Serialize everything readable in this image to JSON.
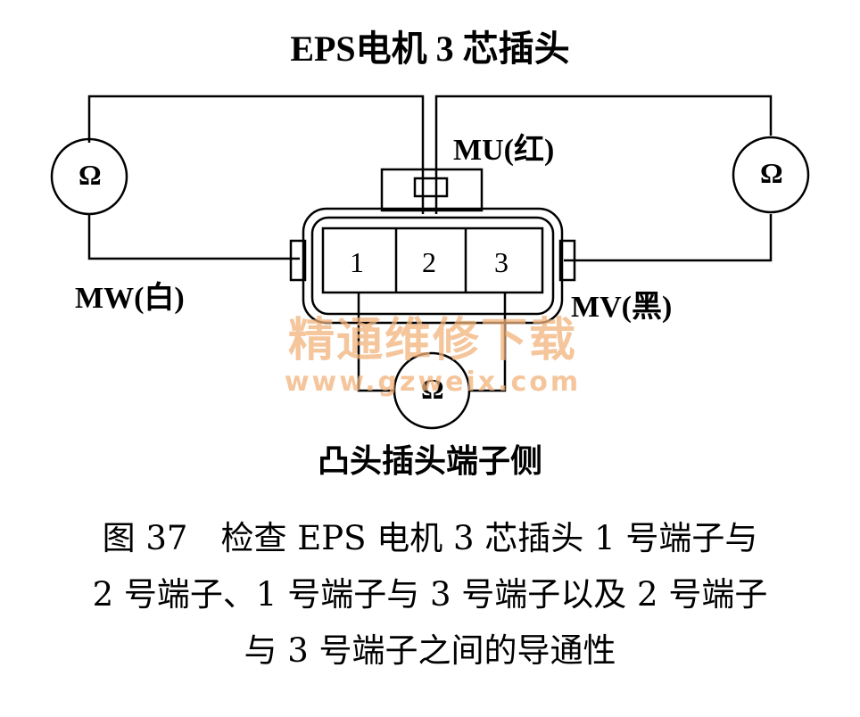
{
  "diagram": {
    "title": "EPS电机 3 芯插头",
    "side_label": "凸头插头端子侧",
    "wire_mu": "MU(红)",
    "wire_mw": "MW(白)",
    "wire_mv": "MV(黑)",
    "terminals": [
      "1",
      "2",
      "3"
    ],
    "ohm_symbol": "Ω"
  },
  "watermark": {
    "line1": "精通维修下载",
    "line2": "www.gzweix.com"
  },
  "caption": {
    "line1": "图 37　检查 EPS 电机 3 芯插头 1 号端子与",
    "line2": "2 号端子、1 号端子与 3 号端子以及 2 号端子",
    "line3": "与 3 号端子之间的导通性"
  }
}
